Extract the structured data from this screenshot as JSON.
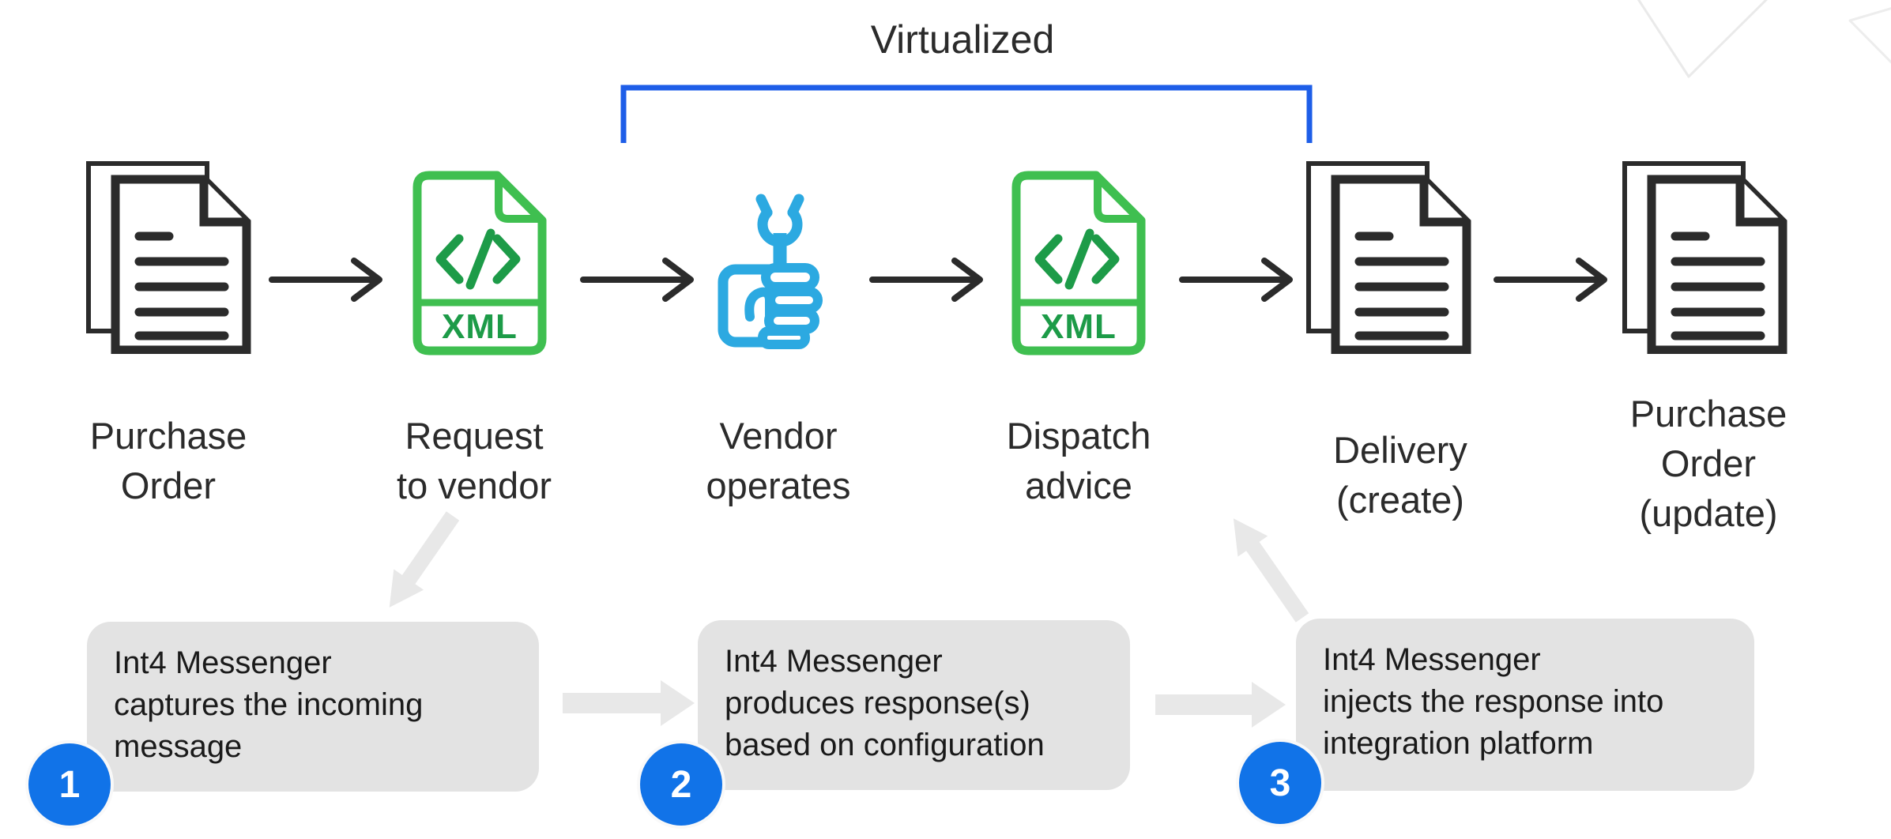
{
  "header": {
    "title": "Virtualized"
  },
  "flow": {
    "xml_badge": "XML",
    "steps": [
      {
        "id": "purchase-order",
        "label": "Purchase\nOrder",
        "icon": "documents"
      },
      {
        "id": "request-to-vendor",
        "label": "Request\nto vendor",
        "icon": "xml-file"
      },
      {
        "id": "vendor-operates",
        "label": "Vendor\noperates",
        "icon": "hand-wrench"
      },
      {
        "id": "dispatch-advice",
        "label": "Dispatch\nadvice",
        "icon": "xml-file"
      },
      {
        "id": "delivery-create",
        "label": "Delivery\n(create)",
        "icon": "documents"
      },
      {
        "id": "purchase-order-update",
        "label": "Purchase\nOrder\n(update)",
        "icon": "documents"
      }
    ]
  },
  "notes": [
    {
      "number": "1",
      "text": "Int4 Messenger\ncaptures the incoming\nmessage"
    },
    {
      "number": "2",
      "text": "Int4 Messenger\nproduces response(s)\nbased on configuration"
    },
    {
      "number": "3",
      "text": "Int4 Messenger\ninjects the response into\nintegration platform"
    }
  ],
  "colors": {
    "bracket_blue": "#1e5ee8",
    "badge_blue": "#1173e8",
    "icon_blue": "#2ca9e1",
    "icon_green": "#3fbf50",
    "icon_green_dark": "#1d9b48",
    "ink": "#2b2b2b",
    "note_fill": "#e3e3e3",
    "soft_gray": "#e8e8e8"
  }
}
